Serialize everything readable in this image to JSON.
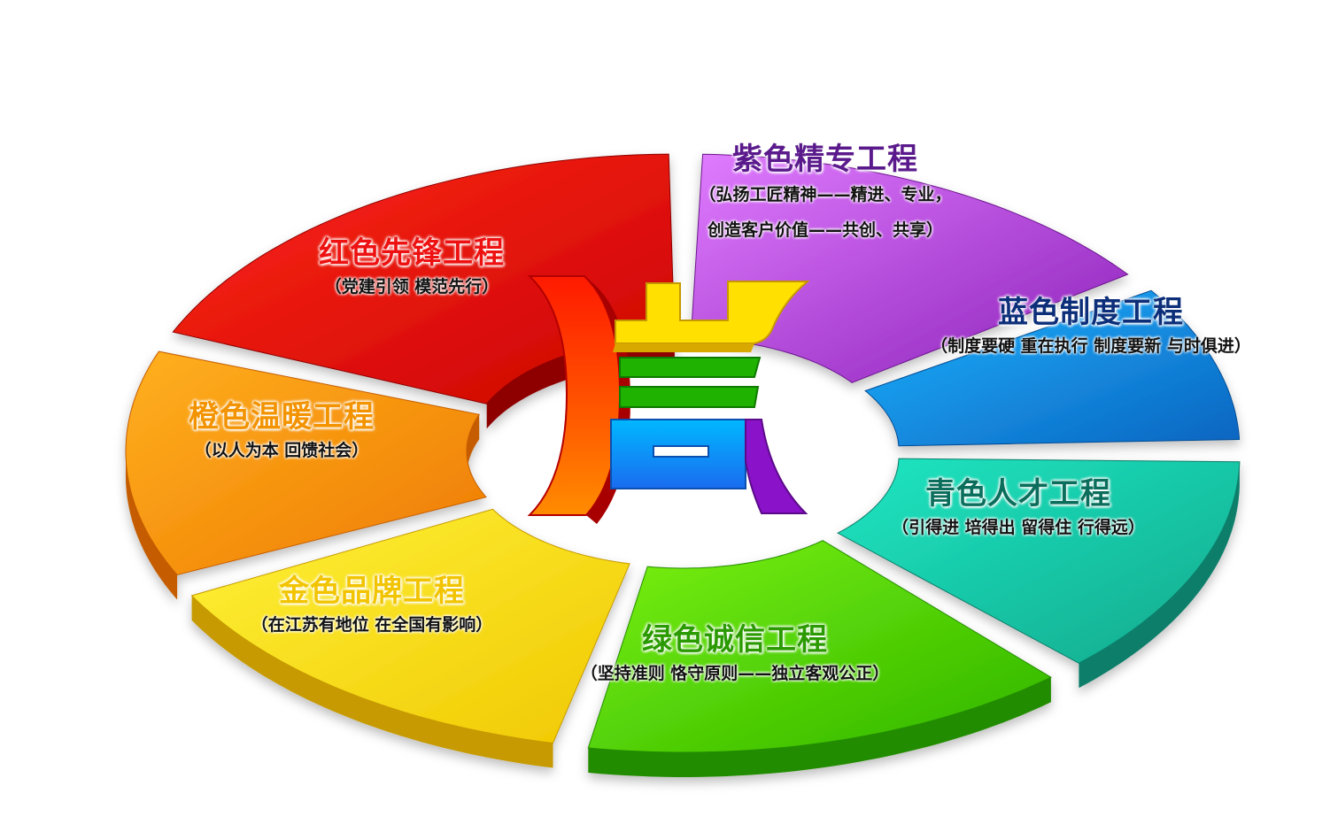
{
  "segments": [
    {
      "id": "purple",
      "title": "紫色精专工程",
      "subtitle_lines": [
        "（弘扬工匠精神——精进、专业，",
        "创造客户价值——共创、共享）"
      ],
      "color": "#8a1fb8",
      "light": "#e07cff",
      "side": "#6d168f",
      "title_color": "#5a1a8c"
    },
    {
      "id": "blue",
      "title": "蓝色制度工程",
      "subtitle_lines": [
        "（制度要硬 重在执行 制度要新 与时俱进）"
      ],
      "color": "#0a64c0",
      "light": "#1fb4ff",
      "side": "#064d96",
      "title_color": "#0d2f7a"
    },
    {
      "id": "cyan",
      "title": "青色人才工程",
      "subtitle_lines": [
        "（引得进 培得出 留得住 行得远）"
      ],
      "color": "#0ea98c",
      "light": "#20e6c2",
      "side": "#0a7e6a",
      "title_color": "#0b6e5c"
    },
    {
      "id": "green",
      "title": "绿色诚信工程",
      "subtitle_lines": [
        "（坚持准则 恪守原则——独立客观公正）"
      ],
      "color": "#2db400",
      "light": "#7cf20e",
      "side": "#248c00",
      "title_color": "#2a9a00"
    },
    {
      "id": "gold",
      "title": "金色品牌工程",
      "subtitle_lines": [
        "（在江苏有地位 在全国有影响）"
      ],
      "color": "#f0c800",
      "light": "#fff23a",
      "side": "#c69a00",
      "title_color": "#f2c400"
    },
    {
      "id": "orange",
      "title": "橙色温暖工程",
      "subtitle_lines": [
        "（以人为本 回馈社会）"
      ],
      "color": "#ee7a00",
      "light": "#ffb020",
      "side": "#c55d00",
      "title_color": "#f39300"
    },
    {
      "id": "red",
      "title": "红色先锋工程",
      "subtitle_lines": [
        "（党建引领 模范先行）"
      ],
      "color": "#c90000",
      "light": "#ff2a1a",
      "side": "#8e0000",
      "title_color": "#ee1111"
    }
  ],
  "center_logo": {
    "name": "logo-mark"
  }
}
